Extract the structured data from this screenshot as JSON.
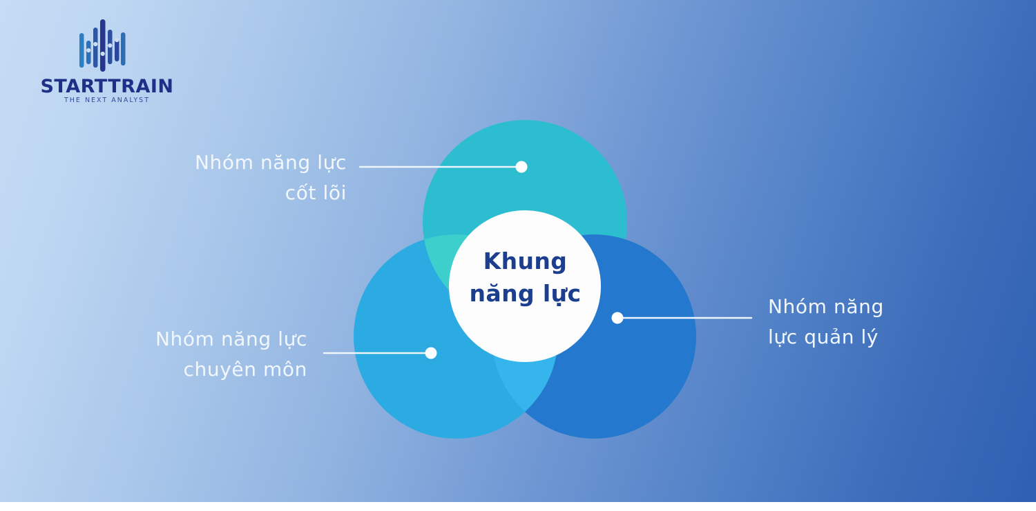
{
  "brand": {
    "name": "STARTTRAIN",
    "tagline": "THE NEXT ANALYST",
    "mark_name": "bar-chart-logo-mark",
    "colors": {
      "wordmark": "#1d2f87",
      "tagline": "#2e4a9e",
      "bar_light": "#2e7fc1",
      "bar_dark": "#26368f"
    }
  },
  "background": {
    "gradient_from": "#c6dcf5",
    "gradient_to": "#2f5fb2"
  },
  "diagram": {
    "type": "venn",
    "center": {
      "line1": "Khung",
      "line2": "năng lực",
      "color": "#1b3e8f",
      "fill": "#ffffff"
    },
    "circles": [
      {
        "id": "core",
        "color": "#2dbdd0",
        "position": "top"
      },
      {
        "id": "expert",
        "color": "#2cabe3",
        "position": "bottom-left"
      },
      {
        "id": "manage",
        "color": "#2479ce",
        "position": "bottom-right"
      }
    ],
    "overlaps": {
      "core_expert": "#3dcfcb",
      "expert_manage": "#35b5ec",
      "core_manage": "#2479ce"
    },
    "callouts": [
      {
        "id": "core",
        "line1": "Nhóm năng lực",
        "line2": "cốt lõi",
        "connector": "line-with-dot-right"
      },
      {
        "id": "expert",
        "line1": "Nhóm năng lực",
        "line2": "chuyên môn",
        "connector": "line-with-dot-right"
      },
      {
        "id": "manage",
        "line1": "Nhóm năng",
        "line2": "lực quản lý",
        "connector": "line-with-dot-left"
      }
    ],
    "connector_color": "#eef5fc"
  }
}
